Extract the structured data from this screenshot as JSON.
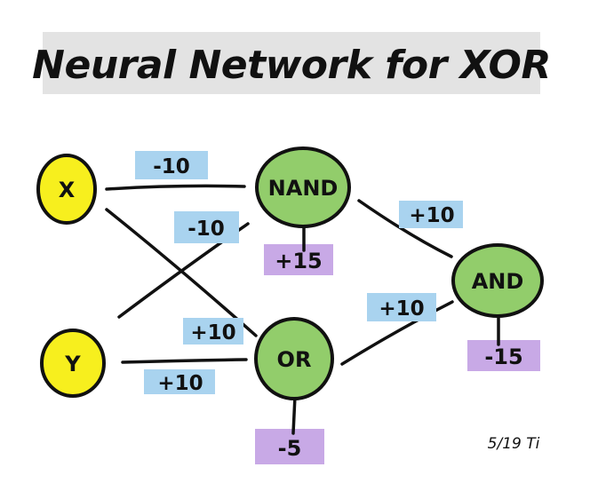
{
  "title": "Neural Network for XOR",
  "colors": {
    "title_highlight": "#e3e3e3",
    "input_node": "#f7ef1e",
    "hidden_node": "#92cd6b",
    "weight_highlight": "#a9d3ef",
    "bias_highlight": "#c8a9e6",
    "ink": "#111111"
  },
  "nodes": {
    "x": {
      "label": "X"
    },
    "y": {
      "label": "Y"
    },
    "nand": {
      "label": "NAND"
    },
    "or": {
      "label": "OR"
    },
    "and": {
      "label": "AND"
    }
  },
  "weights": {
    "x_nand": "-10",
    "y_nand": "-10",
    "x_or": "+10",
    "y_or": "+10",
    "nand_and": "+10",
    "or_and": "+10"
  },
  "biases": {
    "nand": "+15",
    "or": "-5",
    "and": "-15"
  },
  "signature": "5/19 Ti"
}
